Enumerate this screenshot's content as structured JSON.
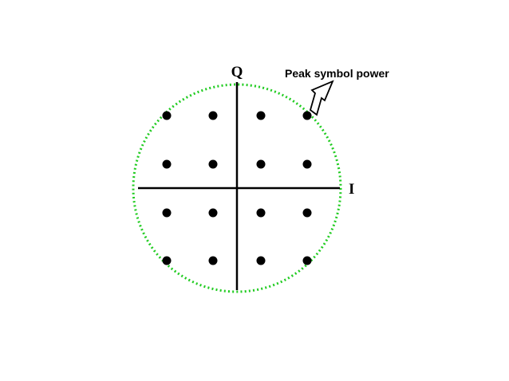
{
  "diagram": {
    "axis_labels": {
      "vertical": "Q",
      "horizontal": "I"
    },
    "annotation": "Peak symbol power",
    "constellation_grid": {
      "rows": 4,
      "columns": 4,
      "point_count": 16
    },
    "colors": {
      "circle": "#22cc22",
      "points": "#000000",
      "axes": "#000000",
      "arrow_fill": "#ffffff",
      "arrow_stroke": "#000000"
    }
  }
}
